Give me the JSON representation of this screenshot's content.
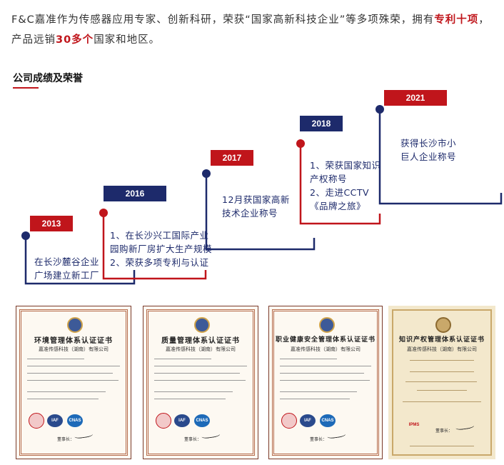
{
  "intro": {
    "part1": "F&C嘉准作为传感器应用专家、创新科研，荣获“国家高新科技企业”等多项殊荣，拥有",
    "highlight1": "专利十项",
    "part2": "，产品远销",
    "highlight2": "30多个",
    "part3": "国家和地区。"
  },
  "section": {
    "title": "公司成绩及荣誉"
  },
  "timeline": [
    {
      "year": "2013",
      "lines": [
        "在长沙麓谷企业",
        "广场建立新工厂"
      ]
    },
    {
      "year": "2016",
      "lines": [
        "1、在长沙兴工国际产业",
        "园购新厂房扩大生产规模",
        "2、荣获多项专利与认证"
      ]
    },
    {
      "year": "2017",
      "lines": [
        "12月获国家高新",
        "技术企业称号"
      ]
    },
    {
      "year": "2018",
      "lines": [
        "1、荣获国家知识",
        "产权称号",
        "2、走进CCTV",
        "《品牌之旅》"
      ]
    },
    {
      "year": "2021",
      "lines": [
        "获得长沙市小",
        "巨人企业称号"
      ]
    }
  ],
  "colors": {
    "red": "#c0151b",
    "navy": "#1d2a6b"
  },
  "certificates": [
    {
      "title": "环境管理体系认证证书",
      "company": "嘉准传感科技（湖南）有限公司",
      "seal1": "IAF",
      "seal2": "CNAS",
      "signature_label": "董事长："
    },
    {
      "title": "质量管理体系认证证书",
      "company": "嘉准传感科技（湖南）有限公司",
      "seal1": "IAF",
      "seal2": "CNAS",
      "signature_label": "董事长："
    },
    {
      "title": "职业健康安全管理体系认证证书",
      "company": "嘉准传感科技（湖南）有限公司",
      "seal1": "IAF",
      "seal2": "CNAS",
      "signature_label": "董事长："
    },
    {
      "title": "知识产权管理体系认证证书",
      "company": "嘉准传感科技（湖南）有限公司",
      "seal1": "IPMS",
      "signature_label": "董事长："
    }
  ]
}
